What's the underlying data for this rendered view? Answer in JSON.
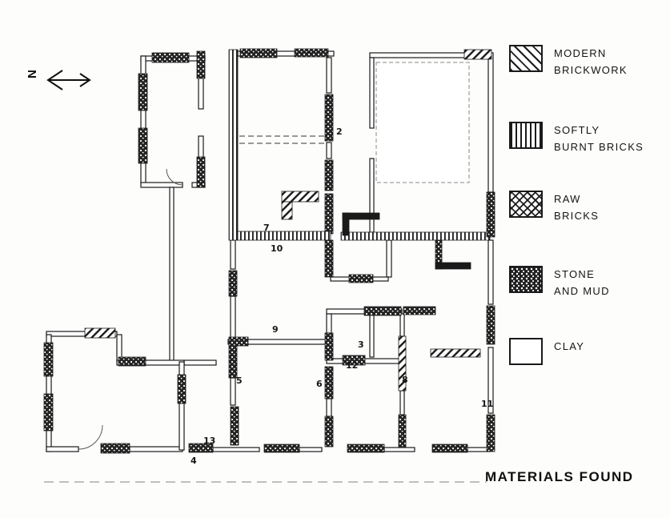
{
  "title": "MATERIALS FOUND",
  "north": {
    "label": "N"
  },
  "legend": {
    "items": [
      {
        "pattern": "modern-brickwork",
        "line1": "MODERN",
        "line2": "BRICKWORK"
      },
      {
        "pattern": "softly-burnt-bricks",
        "line1": "SOFTLY",
        "line2": "BURNT BRICKS"
      },
      {
        "pattern": "raw-bricks",
        "line1": "RAW",
        "line2": "BRICKS"
      },
      {
        "pattern": "stone-and-mud",
        "line1": "STONE",
        "line2": "AND MUD"
      },
      {
        "pattern": "clay",
        "line1": "CLAY",
        "line2": ""
      }
    ]
  },
  "plan": {
    "labels": [
      {
        "text": "2"
      },
      {
        "text": "7"
      },
      {
        "text": "10"
      },
      {
        "text": "9"
      },
      {
        "text": "3"
      },
      {
        "text": "12"
      },
      {
        "text": "5"
      },
      {
        "text": "6"
      },
      {
        "text": "8"
      },
      {
        "text": "11"
      },
      {
        "text": "13"
      },
      {
        "text": "4"
      }
    ]
  }
}
